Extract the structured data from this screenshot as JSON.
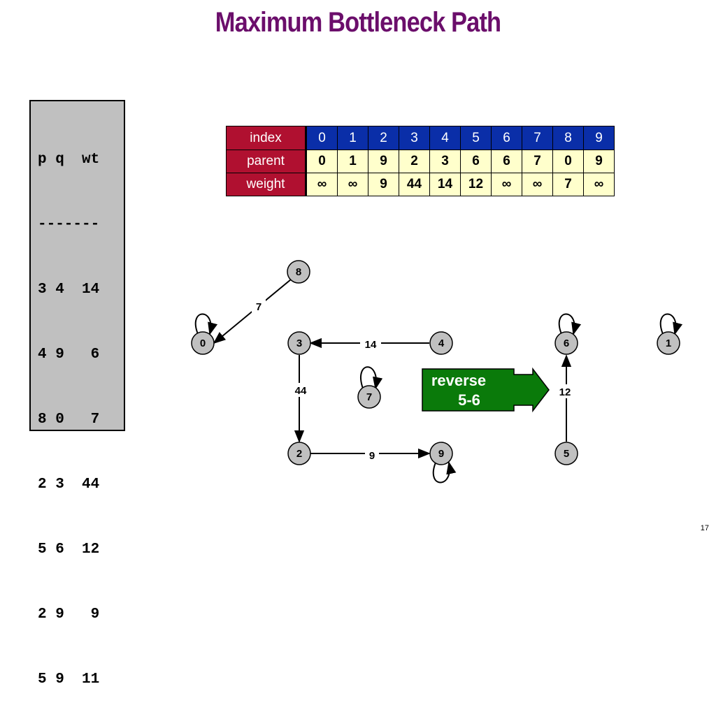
{
  "title": "Maximum Bottleneck Path",
  "edge_list": {
    "header": "p q  wt",
    "separator": "-------",
    "rows": [
      "3 4  14",
      "4 9   6",
      "8 0   7",
      "2 3  44",
      "5 6  12",
      "2 9   9",
      "5 9  11"
    ]
  },
  "table": {
    "row_labels": {
      "index": "index",
      "parent": "parent",
      "weight": "weight"
    },
    "index": [
      "0",
      "1",
      "2",
      "3",
      "4",
      "5",
      "6",
      "7",
      "8",
      "9"
    ],
    "parent": [
      "0",
      "1",
      "9",
      "2",
      "3",
      "6",
      "6",
      "7",
      "0",
      "9"
    ],
    "weight": [
      "∞",
      "∞",
      "9",
      "44",
      "14",
      "12",
      "∞",
      "∞",
      "7",
      "∞"
    ],
    "colors": {
      "header_row": "#b01030",
      "index_cells": "#0a2ea8",
      "value_cells": "#ffffcc"
    }
  },
  "graph": {
    "nodes": [
      "8",
      "0",
      "3",
      "4",
      "6",
      "1",
      "7",
      "2",
      "9",
      "5"
    ],
    "edge_labels": {
      "e80": "7",
      "e43": "14",
      "e32": "44",
      "e29": "9",
      "e56": "12"
    }
  },
  "callout": {
    "line1": "reverse",
    "line2": "5-6",
    "color": "#0a7a0a"
  },
  "page_number": "17",
  "colors": {
    "title": "#6b0e6b",
    "node_fill": "#c0c0c0",
    "panel_fill": "#c0c0c0"
  }
}
